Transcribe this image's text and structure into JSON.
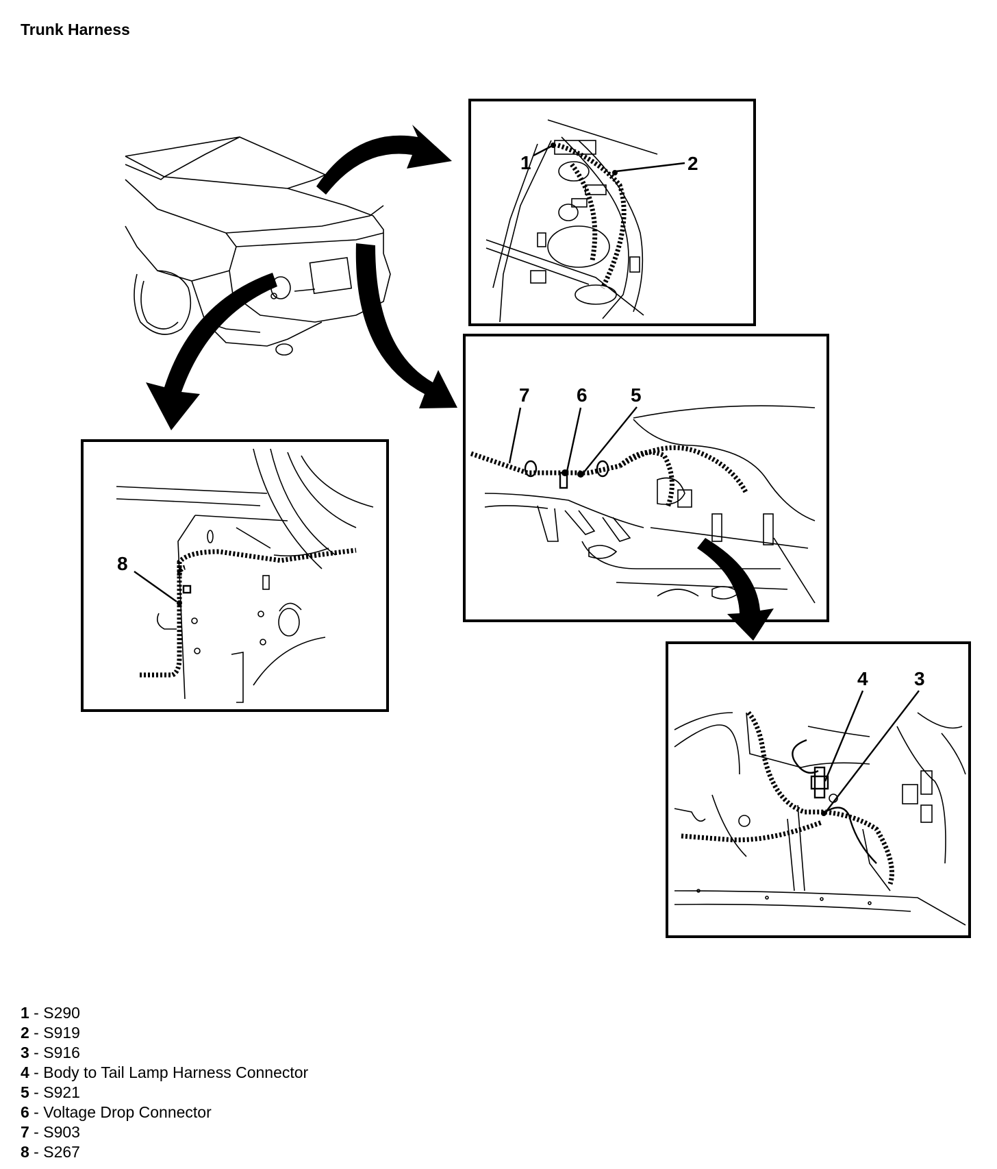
{
  "title": "Trunk Harness",
  "callouts": {
    "c1": "1",
    "c2": "2",
    "c3": "3",
    "c4": "4",
    "c5": "5",
    "c6": "6",
    "c7": "7",
    "c8": "8"
  },
  "legend": [
    {
      "num": "1",
      "sep": " - ",
      "text": "S290"
    },
    {
      "num": "2",
      "sep": " - ",
      "text": "S919"
    },
    {
      "num": "3",
      "sep": " - ",
      "text": "S916"
    },
    {
      "num": "4",
      "sep": " - ",
      "text": "Body to Tail Lamp Harness Connector"
    },
    {
      "num": "5",
      "sep": " - ",
      "text": "S921"
    },
    {
      "num": "6",
      "sep": " - ",
      "text": "Voltage Drop Connector"
    },
    {
      "num": "7",
      "sep": " - ",
      "text": "S903"
    },
    {
      "num": "8",
      "sep": " - ",
      "text": "S267"
    }
  ]
}
